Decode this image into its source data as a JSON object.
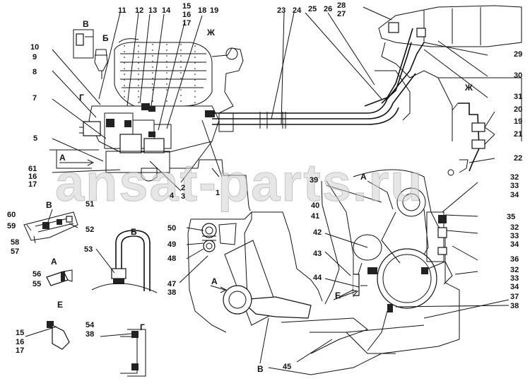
{
  "watermark": "ansat-parts.ru",
  "views": {
    "v_top": "В",
    "b_top": "Б",
    "zh_top": "Ж",
    "g_mid": "Г",
    "a_arrow1": "А",
    "zh_right": "Ж",
    "a_right": "А",
    "e_right": "Е",
    "v_left": "В",
    "b_left": "Б",
    "a_left": "А",
    "e_left": "Е",
    "g_left": "Г",
    "a_center": "А",
    "v_bottom": "В"
  },
  "callouts": {
    "n11": "11",
    "n12": "12",
    "n13": "13",
    "n14": "14",
    "n15a": "15",
    "n16a": "16",
    "n17a": "17",
    "n18": "18",
    "n19a": "19",
    "n23": "23",
    "n24": "24",
    "n25": "25",
    "n26": "26",
    "n27": "27",
    "n28": "28",
    "n10": "10",
    "n9": "9",
    "n8": "8",
    "n7": "7",
    "n5": "5",
    "n61": "61",
    "n16b": "16",
    "n17b": "17",
    "n2": "2",
    "n3": "3",
    "n4": "4",
    "n1": "1",
    "n29": "29",
    "n30": "30",
    "n31": "31",
    "n20": "20",
    "n19b": "19",
    "n21": "21",
    "n22": "22",
    "n32a": "32",
    "n33a": "33",
    "n34a": "34",
    "n35": "35",
    "n32b": "32",
    "n33b": "33",
    "n34b": "34",
    "n36": "36",
    "n32c": "32",
    "n33c": "33",
    "n34c": "34",
    "n37": "37",
    "n38a": "38",
    "n39": "39",
    "n40": "40",
    "n41": "41",
    "n42": "42",
    "n43": "43",
    "n44": "44",
    "n45": "45",
    "n50": "50",
    "n49": "49",
    "n48": "48",
    "n47": "47",
    "n38b": "38",
    "n51": "51",
    "n52": "52",
    "n60": "60",
    "n59": "59",
    "n58": "58",
    "n57": "57",
    "n53": "53",
    "n56": "56",
    "n55": "55",
    "n15c": "15",
    "n16c": "16",
    "n17c": "17",
    "n54": "54",
    "n38c": "38"
  }
}
